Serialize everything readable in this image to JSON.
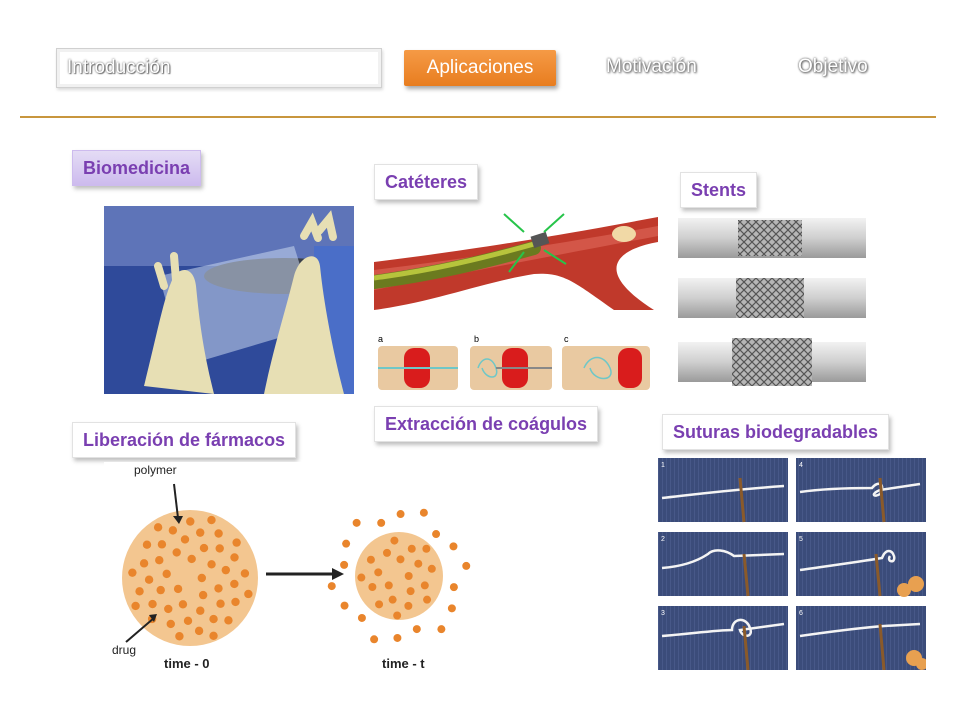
{
  "nav": {
    "tabs": [
      {
        "label": "Introducción"
      },
      {
        "label": "Aplicaciones"
      },
      {
        "label": "Motivación"
      },
      {
        "label": "Objetivo"
      }
    ],
    "active_index": 1
  },
  "sections": {
    "biomedicina": "Biomedicina",
    "cateteres": "Catéteres",
    "stents": "Stents",
    "extraccion": "Extracción de coágulos",
    "liberacion": "Liberación de fármacos",
    "suturas": "Suturas biodegradables"
  },
  "diagram": {
    "polymer_label": "polymer",
    "drug_label": "drug",
    "time0_label": "time - 0",
    "timet_label": "time - t"
  },
  "clot_steps": [
    "a",
    "b",
    "c"
  ],
  "suture_steps": [
    "1",
    "4",
    "2",
    "5",
    "3",
    "6"
  ],
  "colors": {
    "accent": "#e87d1f",
    "label_text": "#7a3fb1",
    "divider": "#c8963d"
  }
}
